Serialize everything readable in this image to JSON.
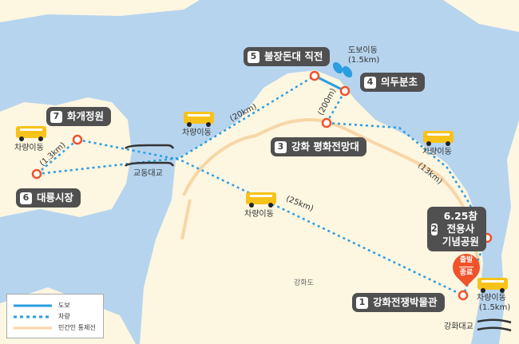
{
  "colors": {
    "sea": "#b6d4ee",
    "land": "#fdf6e1",
    "walk": "#2a9ee0",
    "car": "#2a9ee0",
    "control_line": "#f7d6a6",
    "marker": "#f0522a",
    "tag": "#505050"
  },
  "stops": [
    {
      "num": "1",
      "name": "강화전쟁박물관"
    },
    {
      "num": "2",
      "name": "6.25참전용사 기념공원"
    },
    {
      "num": "3",
      "name": "강화 평화전망대"
    },
    {
      "num": "4",
      "name": "의두분초"
    },
    {
      "num": "5",
      "name": "불장돈대 직전"
    },
    {
      "num": "6",
      "name": "대룡시장"
    },
    {
      "num": "7",
      "name": "화개정원"
    }
  ],
  "transport": {
    "car_move": "차량이동",
    "walk_move": "도보이동",
    "walk_dist": "(1.5km)",
    "car_dist_end": "(1.5km)"
  },
  "distances": {
    "d20": "(20km)",
    "d200m": "(200m)",
    "d13": "(13km)",
    "d25": "(25km)",
    "d13b": "(1.3km)"
  },
  "places": {
    "gyodong_bridge": "교동대교",
    "ganghwa_bridge": "강화대교",
    "ganghwa_island": "강화도"
  },
  "pin": {
    "start": "출발",
    "end": "종료"
  },
  "legend": {
    "walk": "도보",
    "car": "차량",
    "control_line": "민간인 통제선"
  }
}
